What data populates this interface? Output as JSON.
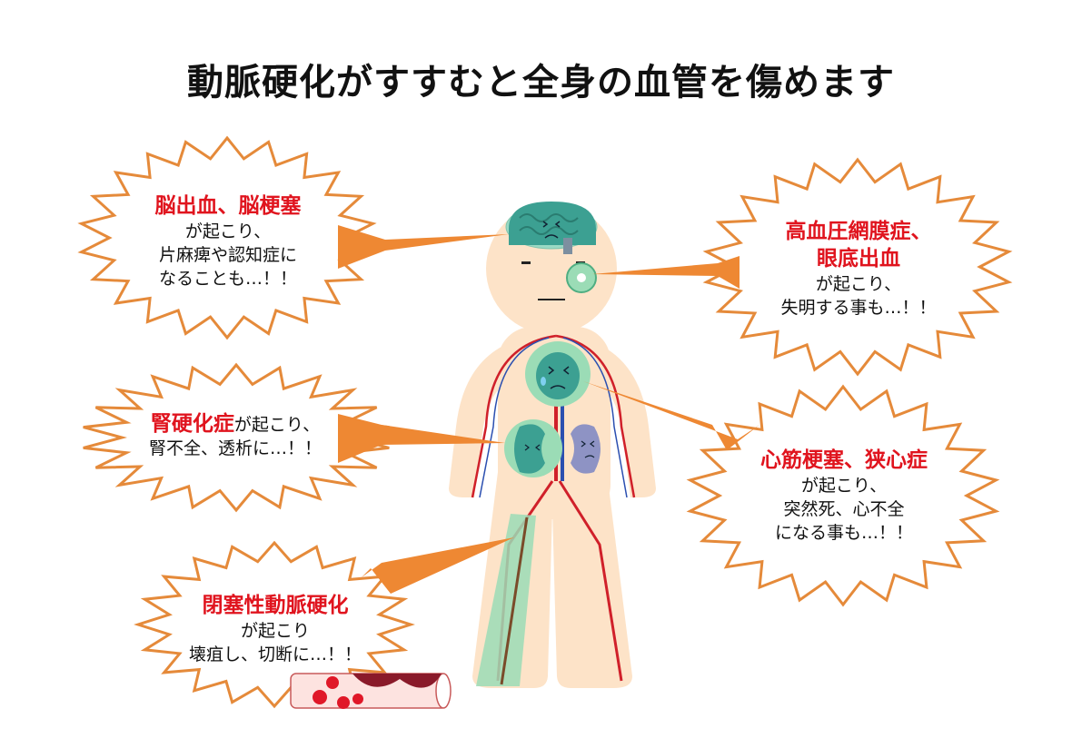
{
  "title": "動脈硬化がすすむと全身の血管を傷めます",
  "colors": {
    "burst_stroke": "#e58a3a",
    "arrow": "#ee8833",
    "accent_red": "#e0141e",
    "skin": "#fde3c8",
    "organ_teal": "#7ed4b5",
    "artery_red": "#d0202a",
    "vein_blue": "#2b4fb0"
  },
  "callouts": {
    "brain": {
      "heading": "脳出血、脳梗塞",
      "lines": [
        "が起こり、",
        "片麻痺や認知症に",
        "なることも…！！"
      ]
    },
    "eye": {
      "heading_1": "高血圧網膜症、",
      "heading_2": "眼底出血",
      "lines": [
        "が起こり、",
        "失明する事も…！！"
      ]
    },
    "kidney": {
      "heading": "腎硬化症",
      "heading_suffix": "が起こり、",
      "lines": [
        "腎不全、透析に…！！"
      ]
    },
    "heart": {
      "heading": "心筋梗塞、狭心症",
      "lines": [
        "が起こり、",
        "突然死、心不全",
        "になる事も…！！"
      ]
    },
    "leg": {
      "heading": "閉塞性動脈硬化",
      "lines": [
        "が起こり",
        "壊疽し、切断に…！！"
      ]
    }
  },
  "icons": {
    "body": "human-body-icon",
    "brain": "brain-icon",
    "eye": "eye-icon",
    "heart": "heart-icon",
    "kidney": "kidney-icon",
    "vessel": "blood-vessel-icon"
  }
}
